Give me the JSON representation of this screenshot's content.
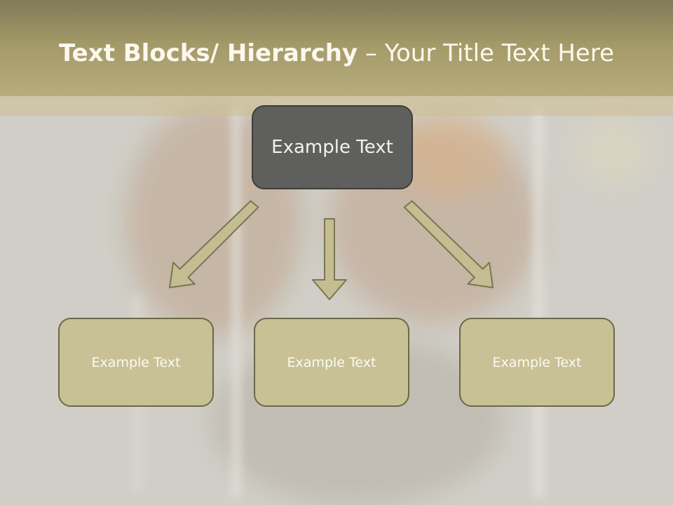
{
  "title": {
    "bold": "Text Blocks/ Hierarchy",
    "rest": " – Your Title Text Here"
  },
  "diagram": {
    "top": "Example Text",
    "children": [
      "Example Text",
      "Example Text",
      "Example Text"
    ]
  },
  "colors": {
    "title_band": "#a69c6a",
    "top_box": "#5f5f5d",
    "child_box": "#c8c196",
    "arrow_fill": "#c5bd92",
    "arrow_stroke": "#7a7552"
  }
}
